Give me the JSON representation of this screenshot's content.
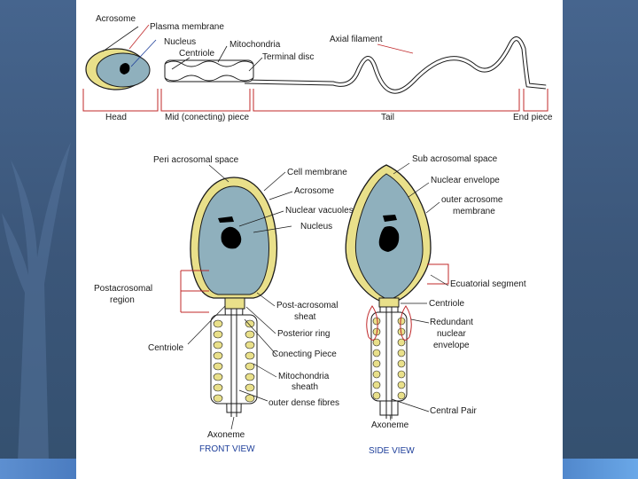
{
  "labels": {
    "acrosome": "Acrosome",
    "plasma_membrane": "Plasma membrane",
    "nucleus_top": "Nucleus",
    "mitochondria_top": "Mitochondria",
    "centriole_top": "Centriole",
    "terminal_disc": "Terminal disc",
    "axial_filament": "Axial filament",
    "head": "Head",
    "mid_piece": "Mid (conecting) piece",
    "tail": "Tail",
    "end_piece": "End piece",
    "peri_acrosomal_space": "Peri acrosomal space",
    "cell_membrane": "Cell membrane",
    "acrosome_front": "Acrosome",
    "nuclear_vacuoles": "Nuclear vacuoles",
    "nucleus_front": "Nucleus",
    "postacrosomal_region_1": "Postacrosomal",
    "postacrosomal_region_2": "region",
    "post_acrosomal_sheat_1": "Post-acrosomal",
    "post_acrosomal_sheat_2": "sheat",
    "posterior_ring": "Posterior ring",
    "centriole_front": "Centriole",
    "conecting_piece": "Conecting Piece",
    "mitochondria_sheath_1": "Mitochondria",
    "mitochondria_sheath_2": "sheath",
    "outer_dense_fibres": "outer dense fibres",
    "axoneme_front": "Axoneme",
    "front_view": "FRONT VIEW",
    "sub_acrosomal_space": "Sub acrosomal space",
    "nuclear_envelope": "Nuclear envelope",
    "outer_acrosome_membrane_1": "outer acrosome",
    "outer_acrosome_membrane_2": "membrane",
    "ecuatorial_segment": "Ecuatorial segment",
    "centriole_side": "Centriole",
    "redundant_1": "Redundant",
    "redundant_2": "nuclear",
    "redundant_3": "envelope",
    "central_pair": "Central Pair",
    "axoneme_side": "Axoneme",
    "side_view": "SIDE VIEW"
  },
  "colors": {
    "nucleus_fill": "#8fb0bd",
    "acrosome_fill": "#e9e08a",
    "outline": "#1a1a1a",
    "leader_red": "#c0282a",
    "view_label": "#1e3f9a",
    "background": "#3f5a80"
  }
}
